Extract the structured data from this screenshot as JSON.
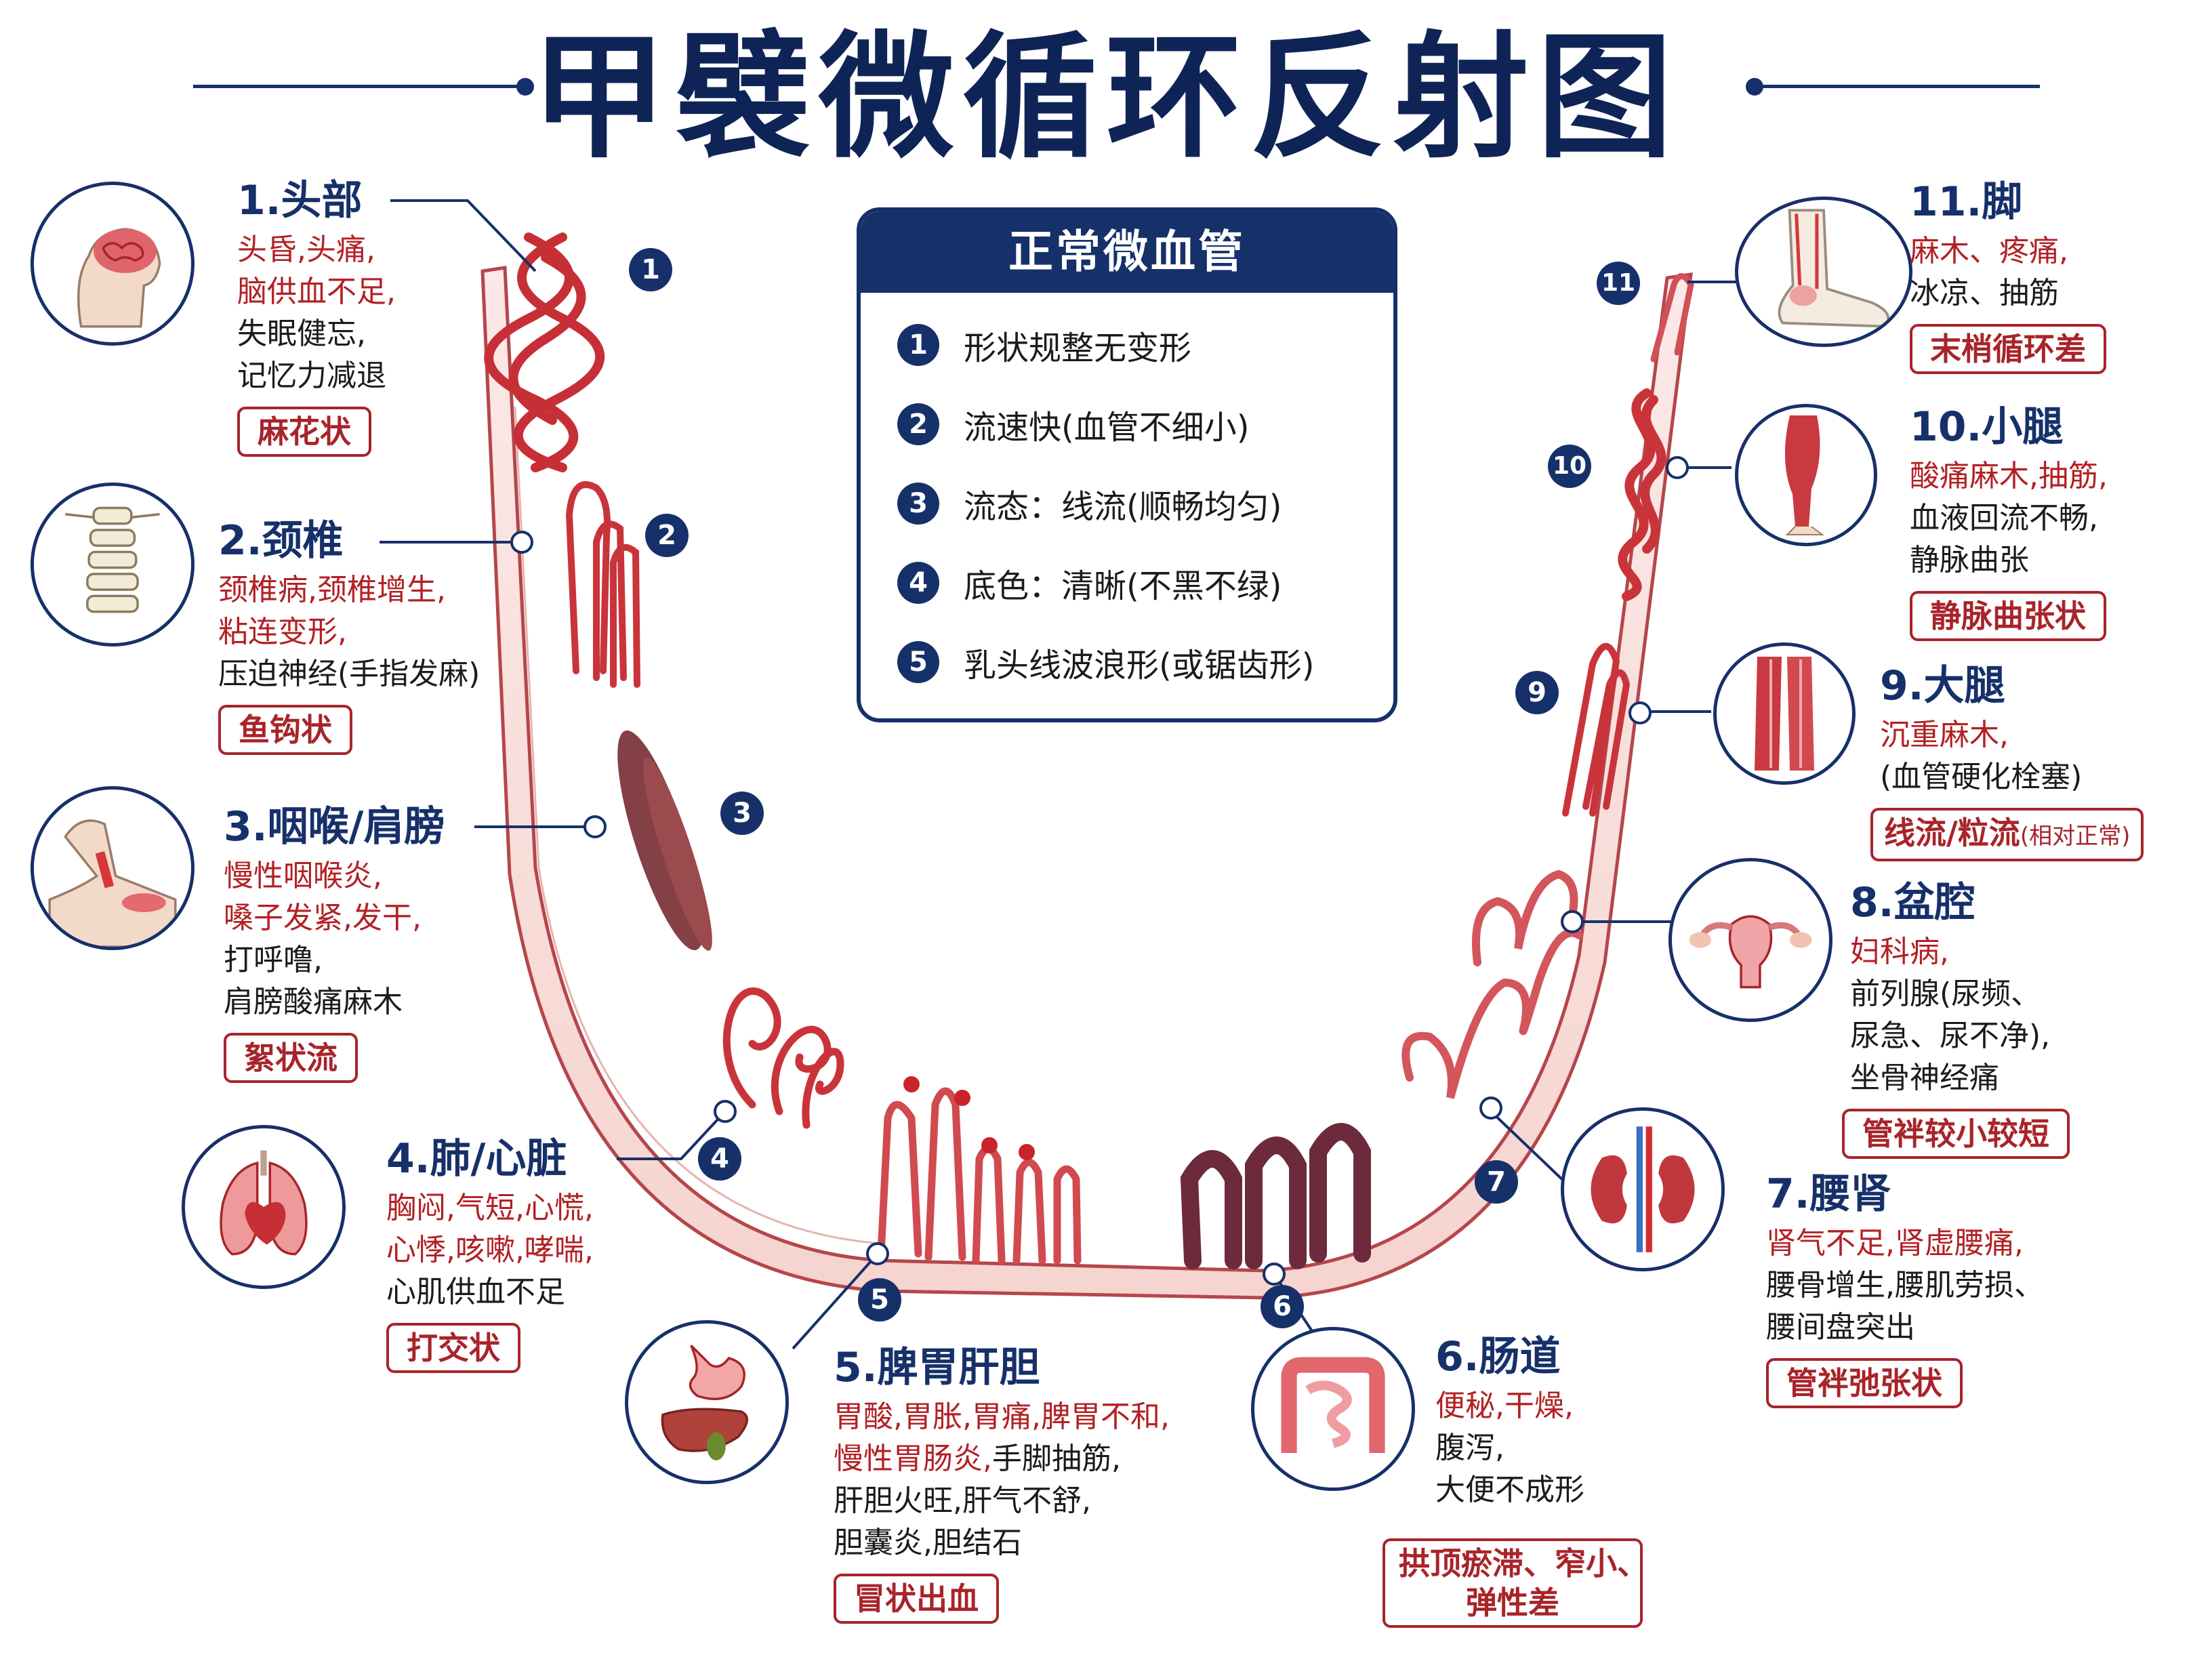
{
  "title": "甲襞微循环反射图",
  "normal_box": {
    "title": "正常微血管",
    "items": [
      {
        "num": "1",
        "text": "形状规整无变形"
      },
      {
        "num": "2",
        "text": "流速快(血管不细小)"
      },
      {
        "num": "3",
        "text": "流态：线流(顺畅均匀)"
      },
      {
        "num": "4",
        "text": "底色：清晰(不黑不绿)"
      },
      {
        "num": "5",
        "text": "乳头线波浪形(或锯齿形)"
      }
    ]
  },
  "sections": [
    {
      "num": "1",
      "title": "1.头部",
      "red_lines": [
        "头昏,头痛,",
        "脑供血不足,"
      ],
      "dark_lines": [
        "失眠健忘,",
        "记忆力减退"
      ],
      "tag": "麻花状",
      "icon": "brain-icon"
    },
    {
      "num": "2",
      "title": "2.颈椎",
      "red_lines": [
        "颈椎病,颈椎增生,",
        "粘连变形,"
      ],
      "dark_lines": [
        "压迫神经(手指发麻)"
      ],
      "tag": "鱼钩状",
      "icon": "cervical-spine-icon"
    },
    {
      "num": "3",
      "title": "3.咽喉/肩膀",
      "red_lines": [
        "慢性咽喉炎,",
        "嗓子发紧,发干,"
      ],
      "dark_lines": [
        "打呼噜,",
        "肩膀酸痛麻木"
      ],
      "tag": "絮状流",
      "icon": "throat-shoulder-icon"
    },
    {
      "num": "4",
      "title": "4.肺/心脏",
      "red_lines": [
        "胸闷,气短,心慌,",
        "心悸,咳嗽,哮喘,"
      ],
      "dark_lines": [
        "心肌供血不足"
      ],
      "tag": "打交状",
      "icon": "lungs-heart-icon"
    },
    {
      "num": "5",
      "title": "5.脾胃肝胆",
      "red_lines": [
        "胃酸,胃胀,胃痛,脾胃不和,",
        "慢性胃肠炎,"
      ],
      "red_suffix": "手脚抽筋,",
      "dark_lines": [
        "肝胆火旺,肝气不舒,",
        "胆囊炎,胆结石"
      ],
      "tag": "冒状出血",
      "icon": "stomach-liver-icon"
    },
    {
      "num": "6",
      "title": "6.肠道",
      "red_lines": [
        "便秘,干燥,"
      ],
      "dark_lines": [
        "腹泻,",
        "大便不成形"
      ],
      "tag": "拱顶瘀滞、窄小、",
      "tag2": "弹性差",
      "icon": "intestine-icon"
    },
    {
      "num": "7",
      "title": "7.腰肾",
      "red_lines": [
        "肾气不足,肾虚腰痛,"
      ],
      "dark_lines": [
        "腰骨增生,腰肌劳损、",
        "腰间盘突出"
      ],
      "tag": "管袢弛张状",
      "icon": "kidney-icon"
    },
    {
      "num": "8",
      "title": "8.盆腔",
      "red_lines": [
        "妇科病,"
      ],
      "dark_lines": [
        "前列腺(尿频、",
        "尿急、尿不净),",
        "坐骨神经痛"
      ],
      "tag": "管袢较小较短",
      "icon": "uterus-icon"
    },
    {
      "num": "9",
      "title": "9.大腿",
      "red_lines": [
        "沉重麻木,"
      ],
      "dark_lines": [
        "(血管硬化栓塞)"
      ],
      "tag": "线流/粒流",
      "tag_small": "(相对正常)",
      "icon": "thigh-muscle-icon"
    },
    {
      "num": "10",
      "title": "10.小腿",
      "red_lines": [
        "酸痛麻木,抽筋,"
      ],
      "dark_lines": [
        "血液回流不畅,",
        "静脉曲张"
      ],
      "tag": "静脉曲张状",
      "icon": "calf-muscle-icon"
    },
    {
      "num": "11",
      "title": "11.脚",
      "red_lines": [
        "麻木、疼痛,"
      ],
      "dark_lines": [
        "冰凉、抽筋"
      ],
      "tag": "末梢循环差",
      "icon": "foot-icon"
    }
  ],
  "colors": {
    "navy": "#16306a",
    "red": "#b32024",
    "vessel": "#c9343a",
    "tag": "#a8242a"
  }
}
